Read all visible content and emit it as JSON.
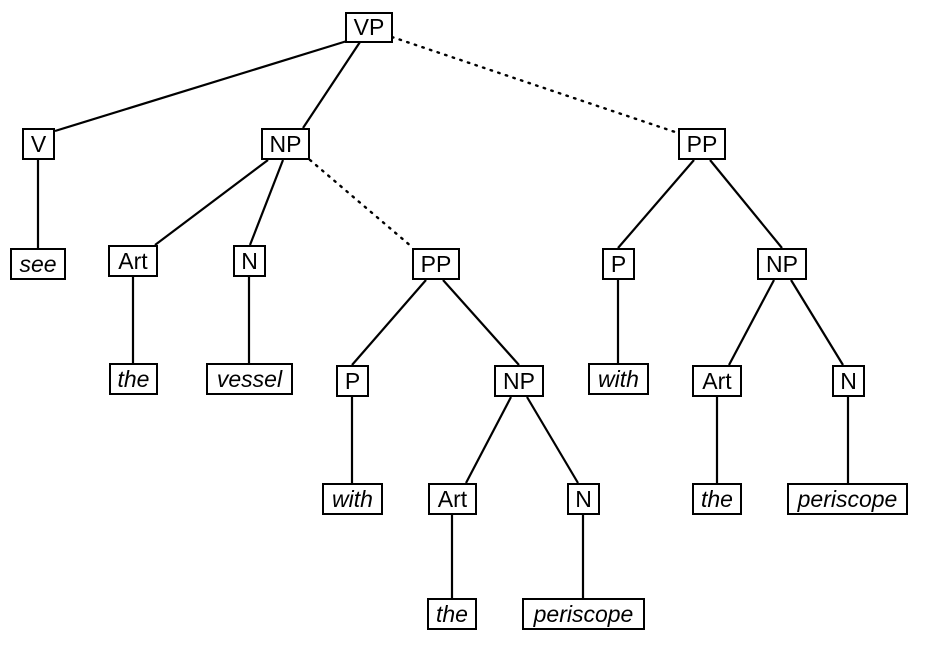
{
  "diagram": {
    "type": "syntax-tree",
    "title": "",
    "sentence": "see the vessel with the periscope with the periscope",
    "stroke_color": "#000000",
    "background_color": "#ffffff",
    "solid_edge_style": "solid",
    "dotted_edge_style": "dotted"
  },
  "nodes": {
    "vp": "VP",
    "v": "V",
    "see": "see",
    "np1": "NP",
    "art1": "Art",
    "the1": "the",
    "n1": "N",
    "vessel": "vessel",
    "pp_mid": "PP",
    "p_mid": "P",
    "with_mid": "with",
    "np_mid": "NP",
    "art_mid": "Art",
    "the_mid": "the",
    "n_mid": "N",
    "periscope_mid": "periscope",
    "pp_right": "PP",
    "p_right": "P",
    "with_right": "with",
    "np_right": "NP",
    "art_right": "Art",
    "the_right": "the",
    "n_right": "N",
    "periscope_right": "periscope"
  },
  "edges": [
    {
      "from": "vp",
      "to": "v",
      "style": "solid"
    },
    {
      "from": "vp",
      "to": "np1",
      "style": "solid"
    },
    {
      "from": "vp",
      "to": "pp_right",
      "style": "dotted"
    },
    {
      "from": "v",
      "to": "see",
      "style": "solid"
    },
    {
      "from": "np1",
      "to": "art1",
      "style": "solid"
    },
    {
      "from": "np1",
      "to": "n1",
      "style": "solid"
    },
    {
      "from": "np1",
      "to": "pp_mid",
      "style": "dotted"
    },
    {
      "from": "art1",
      "to": "the1",
      "style": "solid"
    },
    {
      "from": "n1",
      "to": "vessel",
      "style": "solid"
    },
    {
      "from": "pp_mid",
      "to": "p_mid",
      "style": "solid"
    },
    {
      "from": "pp_mid",
      "to": "np_mid",
      "style": "solid"
    },
    {
      "from": "p_mid",
      "to": "with_mid",
      "style": "solid"
    },
    {
      "from": "np_mid",
      "to": "art_mid",
      "style": "solid"
    },
    {
      "from": "np_mid",
      "to": "n_mid",
      "style": "solid"
    },
    {
      "from": "art_mid",
      "to": "the_mid",
      "style": "solid"
    },
    {
      "from": "n_mid",
      "to": "periscope_mid",
      "style": "solid"
    },
    {
      "from": "pp_right",
      "to": "p_right",
      "style": "solid"
    },
    {
      "from": "pp_right",
      "to": "np_right",
      "style": "solid"
    },
    {
      "from": "p_right",
      "to": "with_right",
      "style": "solid"
    },
    {
      "from": "np_right",
      "to": "art_right",
      "style": "solid"
    },
    {
      "from": "np_right",
      "to": "n_right",
      "style": "solid"
    },
    {
      "from": "art_right",
      "to": "the_right",
      "style": "solid"
    },
    {
      "from": "n_right",
      "to": "periscope_right",
      "style": "solid"
    }
  ]
}
